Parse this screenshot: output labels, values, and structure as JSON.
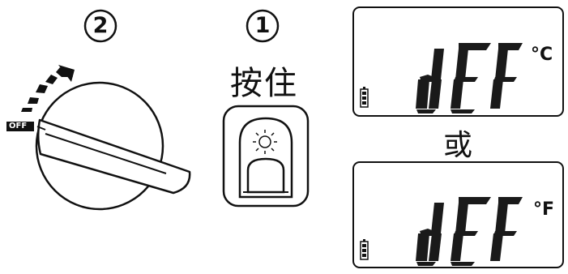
{
  "steps": {
    "step1_number": "1",
    "step2_number": "2",
    "hold_label": "按住"
  },
  "knob": {
    "off_label": "OFF"
  },
  "separator": "或",
  "displays": [
    {
      "text": "dEF",
      "unit": "°C",
      "battery_icon": "battery-icon"
    },
    {
      "text": "dEF",
      "unit": "°F",
      "battery_icon": "battery-icon"
    }
  ],
  "icons": [
    "sun-icon",
    "push-button-icon",
    "rotation-arrow-icon"
  ],
  "colors": {
    "ink": "#111111",
    "segment_fill": "#1a1a1a",
    "panel_border": "#222222"
  }
}
